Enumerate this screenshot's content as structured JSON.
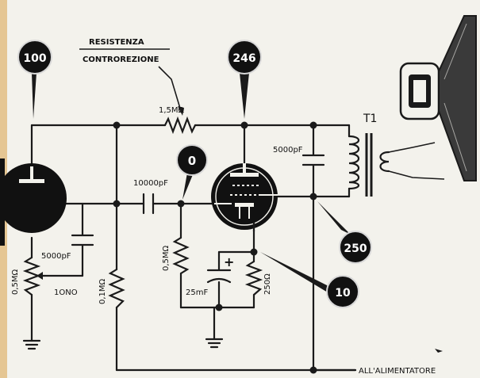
{
  "badges": {
    "b100": "100",
    "b246": "246",
    "b0": "0",
    "b250": "250",
    "b10": "10"
  },
  "labels": {
    "resistenza": "RESISTENZA",
    "controrezione": "CONTROREZIONE",
    "r_feedback": "1,5MΩ",
    "transformer": "T1",
    "c_plate": "5000pF",
    "c_coupling": "10000pF",
    "c_input": "5000pF",
    "pot_left": "0,5MΩ",
    "wiper": "1ONO",
    "r_grid_leak": "0,1MΩ",
    "r_grid": "0,5MΩ",
    "c_cathode": "25mF",
    "r_cathode": "250Ω",
    "polarity": "+",
    "supply": "ALL'ALIMENTATORE"
  },
  "colors": {
    "background": "#f3f2ec",
    "ink": "#1a1a1a",
    "edge_tint": "#d8a24a"
  }
}
